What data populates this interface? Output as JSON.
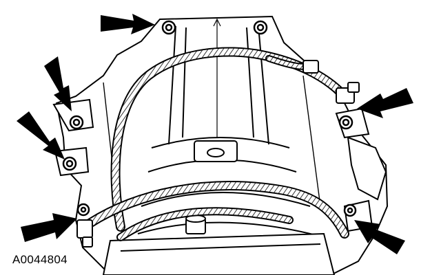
{
  "figure": {
    "reference_code": "A0044804"
  },
  "callouts": [
    {
      "target": "top-center-bolt"
    },
    {
      "target": "upper-left-bolt-1"
    },
    {
      "target": "upper-left-bolt-2"
    },
    {
      "target": "right-upper-bolt"
    },
    {
      "target": "lower-left-bolt"
    },
    {
      "target": "lower-right-bolt"
    }
  ],
  "colors": {
    "line": "#000000",
    "paper": "#ffffff"
  }
}
